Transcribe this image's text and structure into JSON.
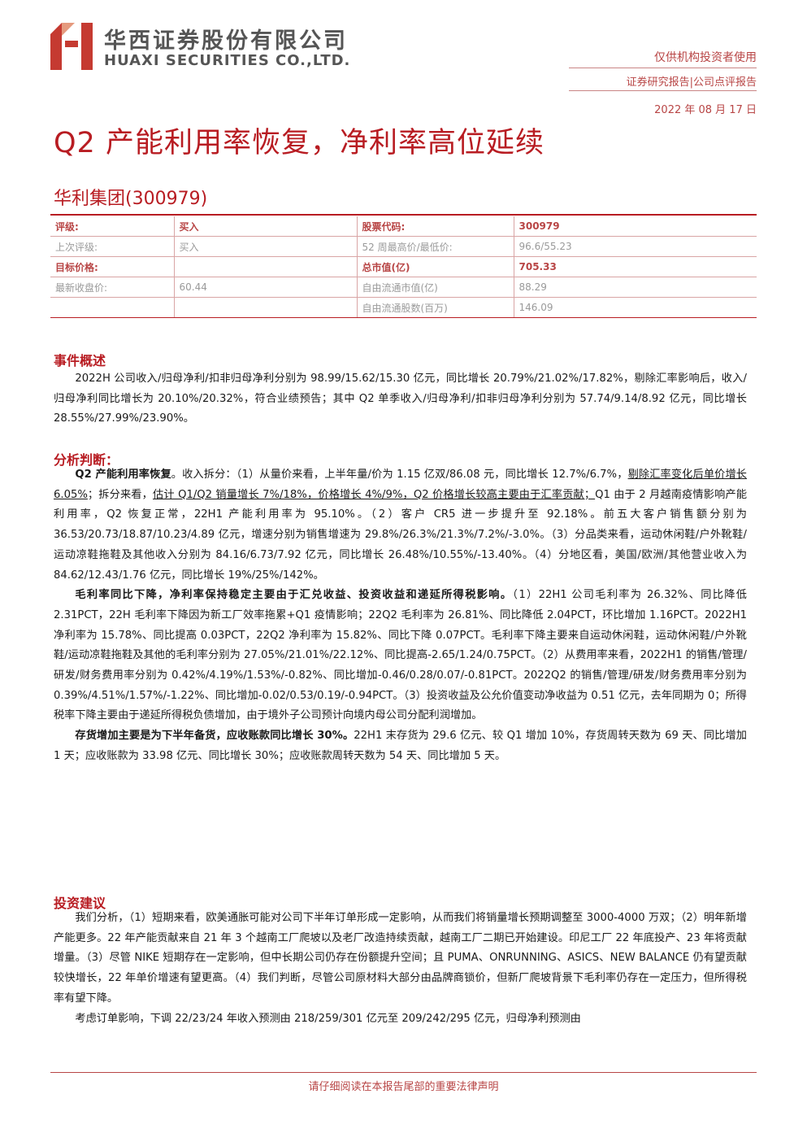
{
  "header": {
    "company_cn": "华西证券股份有限公司",
    "company_en": "HUAXI SECURITIES CO.,LTD.",
    "tag_institutional": "仅供机构投资者使用",
    "tag_report_type": "证券研究报告|公司点评报告",
    "date": "2022 年 08 月 17 日"
  },
  "title": "Q2 产能利用率恢复，净利率高位延续",
  "company_line": "华利集团(300979)",
  "info_table": {
    "rows": [
      {
        "k1": "评级:",
        "v1": "买入",
        "k2": "股票代码:",
        "v2": "300979"
      },
      {
        "k1": "上次评级:",
        "v1": "买入",
        "k2": "52 周最高价/最低价:",
        "v2": "96.6/55.23"
      },
      {
        "k1": "目标价格:",
        "v1": "",
        "k2": "总市值(亿)",
        "v2": "705.33"
      },
      {
        "k1": "最新收盘价:",
        "v1": "60.44",
        "k2": "自由流通市值(亿)",
        "v2": "88.29"
      },
      {
        "k1": "",
        "v1": "",
        "k2": "自由流通股数(百万)",
        "v2": "146.09"
      }
    ]
  },
  "sections": {
    "event": {
      "heading": "事件概述",
      "p1": "2022H 公司收入/归母净利/扣非归母净利分别为 98.99/15.62/15.30 亿元，同比增长 20.79%/21.02%/17.82%，剔除汇率影响后，收入/归母净利同比增长为 20.10%/20.32%，符合业绩预告；其中 Q2 单季收入/归母净利/扣非归母净利分别为 57.74/9.14/8.92 亿元，同比增长 28.55%/27.99%/23.90%。"
    },
    "analysis": {
      "heading": "分析判断：",
      "p1_bold": "Q2 产能利用率恢复",
      "p1_a": "。收入拆分：（1）从量价来看，上半年量/价为 1.15 亿双/86.08 元，同比增长 12.7%/6.7%，",
      "p1_u1": "剔除汇率变化后单价增长 6.05%",
      "p1_b": "；拆分来看，",
      "p1_u2": "估计 Q1/Q2 销量增长 7%/18%，价格增长 4%/9%，Q2 价格增长较高主要由于汇率贡献；",
      "p1_c": "Q1 由于 2 月越南疫情影响产能利用率，Q2 恢复正常，22H1 产能利用率为 95.10%。（2）客户 CR5 进一步提升至 92.18%。前五大客户销售额分别为 36.53/20.73/18.87/10.23/4.89 亿元，增速分别为销售增速为 29.8%/26.3%/21.3%/7.2%/-3.0%。（3）分品类来看，运动休闲鞋/户外靴鞋/运动凉鞋拖鞋及其他收入分别为 84.16/6.73/7.92 亿元，同比增长 26.48%/10.55%/-13.40%。（4）分地区看，美国/欧洲/其他营业收入为 84.62/12.43/1.76 亿元，同比增长 19%/25%/142%。",
      "p2_bold": "毛利率同比下降，净利率保持稳定主要由于汇兑收益、投资收益和递延所得税影响。",
      "p2": "（1）22H1 公司毛利率为 26.32%、同比降低 2.31PCT，22H 毛利率下降因为新工厂效率拖累+Q1 疫情影响；22Q2 毛利率为 26.81%、同比降低 2.04PCT，环比增加 1.16PCT。2022H1 净利率为 15.78%、同比提高 0.03PCT，22Q2 净利率为 15.82%、同比下降 0.07PCT。毛利率下降主要来自运动休闲鞋，运动休闲鞋/户外靴鞋/运动凉鞋拖鞋及其他的毛利率分别为 27.05%/21.01%/22.12%、同比提高-2.65/1.24/0.75PCT。（2）从费用率来看，2022H1 的销售/管理/研发/财务费用率分别为 0.42%/4.19%/1.53%/-0.82%、同比增加-0.46/0.28/0.07/-0.81PCT。2022Q2 的销售/管理/研发/财务费用率分别为 0.39%/4.51%/1.57%/-1.22%、同比增加-0.02/0.53/0.19/-0.94PCT。（3）投资收益及公允价值变动净收益为 0.51 亿元，去年同期为 0；所得税率下降主要由于递延所得税负债增加，由于境外子公司预计向境内母公司分配利润增加。",
      "p3_bold": "存货增加主要是为下半年备货，应收账款同比增长 30%。",
      "p3": "22H1 末存货为 29.6 亿元、较 Q1 增加 10%，存货周转天数为 69 天、同比增加 1 天；应收账款为 33.98 亿元、同比增长 30%；应收账款周转天数为 54 天、同比增加 5 天。"
    },
    "investment": {
      "heading": "投资建议",
      "p1": "我们分析，（1）短期来看，欧美通胀可能对公司下半年订单形成一定影响，从而我们将销量增长预期调整至 3000-4000 万双；（2）明年新增产能更多。22 年产能贡献来自 21 年 3 个越南工厂爬坡以及老厂改造持续贡献，越南工厂二期已开始建设。印尼工厂 22 年底投产、23 年将贡献增量。（3）尽管 NIKE 短期存在一定影响，但中长期公司仍存在份额提升空间；且 PUMA、ONRUNNING、ASICS、NEW BALANCE 仍有望贡献较快增长，22 年单价增速有望更高。（4）我们判断，尽管公司原材料大部分由品牌商锁价，但新厂爬坡背景下毛利率仍存在一定压力，但所得税率有望下降。",
      "p2": "考虑订单影响，下调 22/23/24 年收入预测由 218/259/301 亿元至 209/242/295 亿元，归母净利预测由"
    }
  },
  "footer": "请仔细阅读在本报告尾部的重要法律声明",
  "colors": {
    "brand_red": "#b81c22",
    "muted_red": "#b84545"
  }
}
